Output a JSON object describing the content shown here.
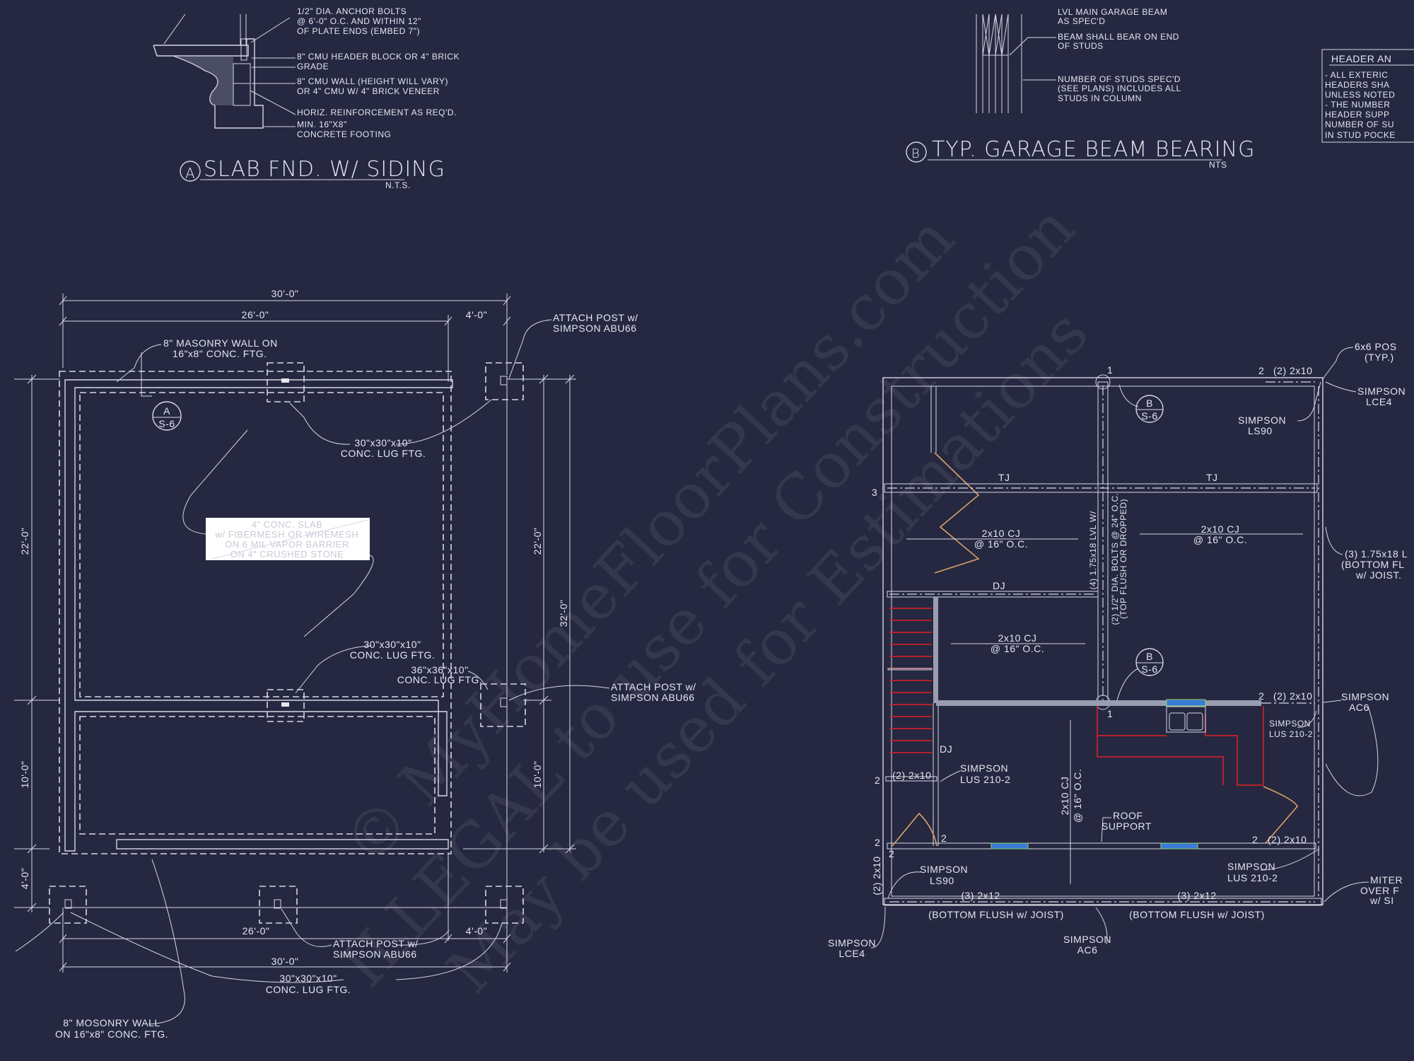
{
  "colors": {
    "background": "#252840",
    "lines": "#d6d8e4",
    "cabinets": "#c8202a",
    "doors": "#d9a066",
    "windows": "#3a7bd5"
  },
  "watermark": {
    "line1": "© MyHomeFloorPlans.com",
    "line2": "ILLEGAL to use for Construction",
    "line3": "May be used for Estimations"
  },
  "detail_a": {
    "bubble": "A",
    "title": "SLAB FND. W/ SIDING",
    "scale": "N.T.S.",
    "notes": [
      "1/2\" DIA. ANCHOR BOLTS",
      "@ 6'-0\" O.C. AND WITHIN 12\"",
      "OF PLATE ENDS (EMBED 7\")",
      "8\" CMU HEADER BLOCK OR 4\" BRICK",
      "GRADE",
      "8\" CMU WALL (HEIGHT WILL VARY)",
      "OR 4\" CMU W/ 4\" BRICK VENEER",
      "HORIZ. REINFORCEMENT AS REQ'D.",
      "MIN. 16\"X8\"",
      "CONCRETE FOOTING"
    ]
  },
  "detail_b": {
    "bubble": "B",
    "title": "TYP. GARAGE BEAM BEARING",
    "scale": "NTS",
    "notes": [
      "LVL MAIN GARAGE BEAM",
      "AS SPEC'D",
      "BEAM SHALL BEAR ON END",
      "OF STUDS",
      "NUMBER OF STUDS SPEC'D",
      "(SEE PLANS) INCLUDES ALL",
      "STUDS IN COLUMN"
    ]
  },
  "header_box": {
    "title": "HEADER AN",
    "lines": [
      "- ALL EXTERIC",
      "HEADERS SHA",
      "UNLESS NOTED",
      "- THE NUMBER",
      "HEADER SUPP",
      "NUMBER OF SU",
      "IN STUD POCKE"
    ]
  },
  "foundation_plan": {
    "dims": {
      "top_overall": "30'-0\"",
      "top_left": "26'-0\"",
      "top_right": "4'-0\"",
      "left_upper": "22'-0\"",
      "left_lower": "10'-0\"",
      "left_bottom": "4'-0\"",
      "right_upper": "22'-0\"",
      "right_lower": "10'-0\"",
      "right_overall": "32'-0\"",
      "bottom_left": "26'-0\"",
      "bottom_right": "4'-0\"",
      "bottom_overall": "30'-0\""
    },
    "section_ref": {
      "letter": "A",
      "sheet": "S-6"
    },
    "labels": {
      "attach_post_1": "ATTACH POST w/",
      "abu_1": "SIMPSON ABU66",
      "masonry_1": "8\" MASONRY WALL ON",
      "masonry_ftg_1": "16\"x8\" CONC. FTG.",
      "lug_1": "30\"x30\"x10\"",
      "lug_ftg_1": "CONC. LUG FTG.",
      "lug_2": "30\"x30\"x10\"",
      "lug_ftg_2": "CONC. LUG FTG.",
      "lug_3": "36\"x36\"x10\"",
      "lug_ftg_3": "CONC. LUG FTG.",
      "attach_post_2": "ATTACH POST w/",
      "abu_2": "SIMPSON ABU66",
      "attach_post_3": "ATTACH POST w/",
      "abu_3": "SIMPSON ABU66",
      "lug_4": "30\"x30\"x10\"",
      "lug_ftg_4": "CONC. LUG FTG.",
      "masonry_2": "8\" MOSONRY WALL",
      "masonry_ftg_2": "ON 16\"x8\" CONC. FTG."
    },
    "slab_note": [
      "4\" CONC. SLAB",
      "w/ FIBERMESH OR WIREMESH",
      "ON 6 MIL VAPOR BARRIER",
      "ON 4\" CRUSHED STONE"
    ]
  },
  "framing_plan": {
    "section_ref": {
      "letter": "B",
      "sheet": "S-6"
    },
    "labels": {
      "post": "6x6 POS",
      "post_typ": "(TYP.)",
      "hdr_top_num": "2",
      "hdr_top": "(2) 2x10",
      "one_top": "1",
      "one_mid": "1",
      "lce4_top": "SIMPSON",
      "lce4_top_b": "LCE4",
      "ls90_top": "SIMPSON",
      "ls90_top_b": "LS90",
      "tj1": "TJ",
      "tj2": "TJ",
      "three": "3",
      "cj1": "2x10 CJ",
      "cj1_b": "@ 16\" O.C.",
      "cj2": "2x10 CJ",
      "cj2_b": "@ 16\" O.C.",
      "cj3": "2x10 CJ",
      "cj3_b": "@ 16\" O.C.",
      "cj4": "2x10 CJ",
      "cj4_b": "@ 16\" O.C.",
      "lvl": "(4) 1.75x18 LVL W/",
      "bolts": "(2) 1/2\" DIA. BOLTS @ 24\" O.C.",
      "flush": "(TOP FLUSH OR DROPPED)",
      "rbeam": "(3) 1.75x18 L",
      "rbeam_b": "(BOTTOM FL",
      "rbeam_c": "w/ JOIST.",
      "dj1": "DJ",
      "dj2": "DJ",
      "hdr_mid_num": "2",
      "hdr_mid": "(2) 2x10",
      "ac6_r": "SIMPSON",
      "ac6_r_b": "AC6",
      "lus_r": "SIMPSON",
      "lus_r_b": "LUS 210-2",
      "lus_l": "SIMPSON",
      "lus_l_b": "LUS 210-2",
      "hdr_l": "(2) 2x10",
      "hdr_l_num": "2",
      "roof": "ROOF",
      "roof_b": "SUPPORT",
      "n2a": "2",
      "n2b": "2",
      "n2c": "2",
      "hdr_br_num": "2",
      "hdr_br": "(2) 2x10",
      "hdr_vert": "(2) 2x10",
      "ls90_b": "SIMPSON",
      "ls90_b_b": "LS90",
      "lus_b": "SIMPSON",
      "lus_b_b": "LUS 210-2",
      "miter": "MITER",
      "miter_b": "OVER F",
      "miter_c": "w/ SI",
      "beam1": "(3) 2x12",
      "beam2": "(3) 2x12",
      "flush1": "(BOTTOM FLUSH w/ JOIST)",
      "flush2": "(BOTTOM FLUSH w/ JOIST)",
      "lce4_b": "SIMPSON",
      "lce4_b_b": "LCE4",
      "ac6_b": "SIMPSON",
      "ac6_b_b": "AC6"
    }
  }
}
